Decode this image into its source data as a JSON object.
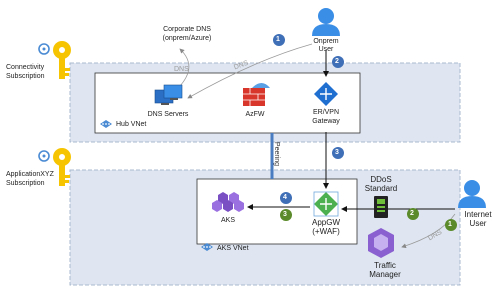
{
  "labels": {
    "corporate_dns_line1": "Corporate DNS",
    "corporate_dns_line2": "(onprem/Azure)",
    "onprem_user_line1": "Onprem",
    "onprem_user_line2": "User",
    "dns_top_left": "DNS",
    "dns_top_right": "DNS",
    "dns_bottom": "DNS",
    "connectivity_subscription_line1": "Connectivity",
    "connectivity_subscription_line2": "Subscription",
    "application_subscription_line1": "ApplicationXYZ",
    "application_subscription_line2": "Subscription",
    "hub_vnet": "Hub VNet",
    "aks_vnet": "AKS VNet",
    "dns_servers": "DNS Servers",
    "azfw": "AzFW",
    "er_vpn_gateway_line1": "ER/VPN",
    "er_vpn_gateway_line2": "Gateway",
    "peering": "Peering",
    "aks": "AKS",
    "appgw_line1": "AppGW",
    "appgw_line2": "(+WAF)",
    "ddos_line1": "DDoS",
    "ddos_line2": "Standard",
    "internet_user_line1": "Internet",
    "internet_user_line2": "User",
    "traffic_manager_line1": "Traffic",
    "traffic_manager_line2": "Manager"
  },
  "steps": {
    "onprem_1": "1",
    "onprem_2": "2",
    "onprem_3": "3",
    "onprem_4": "4",
    "internet_1": "1",
    "internet_2": "2",
    "internet_3": "3"
  },
  "colors": {
    "blue_step": "#3f6fb6",
    "green_step": "#5a8a2a",
    "subscription_fill": "#dfe6f1",
    "peering_line": "#4a7cc1",
    "key_yellow": "#f6c400"
  }
}
